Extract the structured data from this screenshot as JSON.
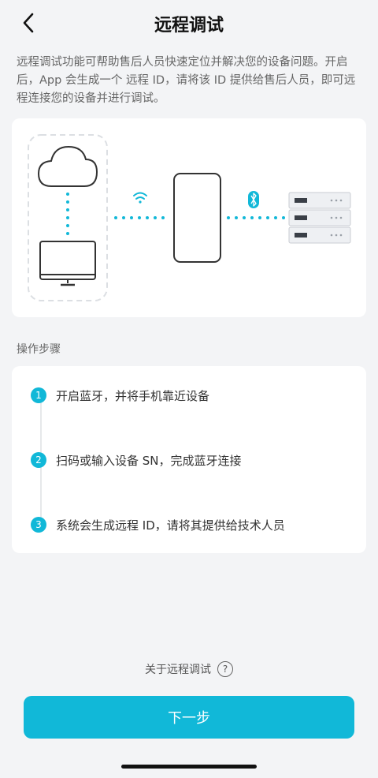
{
  "header": {
    "title": "远程调试"
  },
  "description": "远程调试功能可帮助售后人员快速定位并解决您的设备问题。开启后，App 会生成一个 远程 ID，请将该 ID 提供给售后人员，即可远程连接您的设备并进行调试。",
  "diagram": {
    "icons": [
      "cloud-icon",
      "monitor-icon",
      "wifi-icon",
      "phone-icon",
      "bluetooth-icon",
      "server-icon"
    ],
    "accent_color": "#11b8d8"
  },
  "steps": {
    "section_label": "操作步骤",
    "items": [
      {
        "num": "1",
        "text": "开启蓝牙，并将手机靠近设备"
      },
      {
        "num": "2",
        "text": "扫码或输入设备 SN，完成蓝牙连接"
      },
      {
        "num": "3",
        "text": "系统会生成远程 ID，请将其提供给技术人员"
      }
    ]
  },
  "about": {
    "label": "关于远程调试",
    "help_glyph": "?"
  },
  "next_button": {
    "label": "下一步"
  },
  "colors": {
    "accent": "#11b8d8",
    "background": "#f3f4f6",
    "card": "#ffffff"
  }
}
